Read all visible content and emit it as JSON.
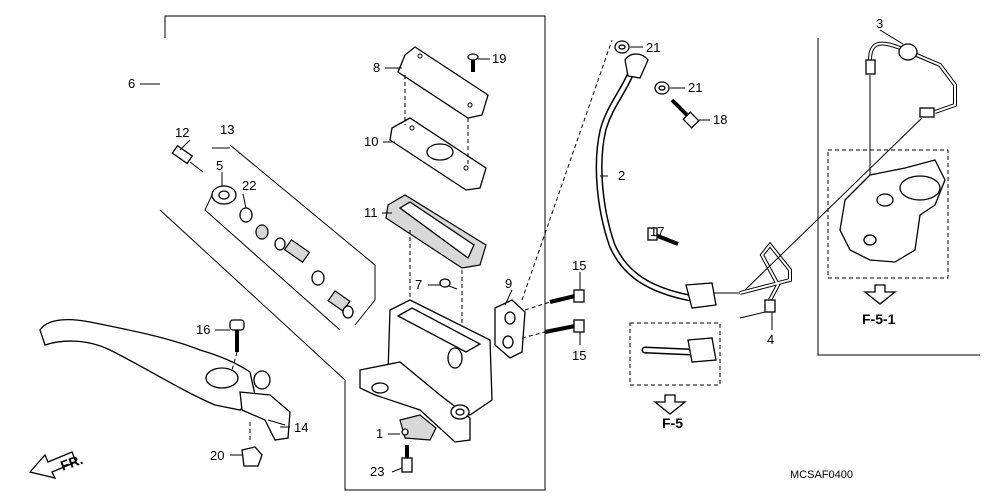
{
  "callouts": [
    {
      "id": "c1",
      "text": "1"
    },
    {
      "id": "c2",
      "text": "2"
    },
    {
      "id": "c3",
      "text": "3"
    },
    {
      "id": "c4",
      "text": "4"
    },
    {
      "id": "c5",
      "text": "5"
    },
    {
      "id": "c6",
      "text": "6"
    },
    {
      "id": "c7",
      "text": "7"
    },
    {
      "id": "c8",
      "text": "8"
    },
    {
      "id": "c9",
      "text": "9"
    },
    {
      "id": "c10",
      "text": "10"
    },
    {
      "id": "c11",
      "text": "11"
    },
    {
      "id": "c12",
      "text": "12"
    },
    {
      "id": "c13",
      "text": "13"
    },
    {
      "id": "c14",
      "text": "14"
    },
    {
      "id": "c15a",
      "text": "15"
    },
    {
      "id": "c15b",
      "text": "15"
    },
    {
      "id": "c16",
      "text": "16"
    },
    {
      "id": "c17",
      "text": "17"
    },
    {
      "id": "c18",
      "text": "18"
    },
    {
      "id": "c19",
      "text": "19"
    },
    {
      "id": "c20",
      "text": "20"
    },
    {
      "id": "c21a",
      "text": "21"
    },
    {
      "id": "c21b",
      "text": "21"
    },
    {
      "id": "c22",
      "text": "22"
    },
    {
      "id": "c23",
      "text": "23"
    }
  ],
  "refs": {
    "f5": "F-5",
    "f51": "F-5-1"
  },
  "front_marker": "FR.",
  "diagram_code": "MCSAF0400"
}
